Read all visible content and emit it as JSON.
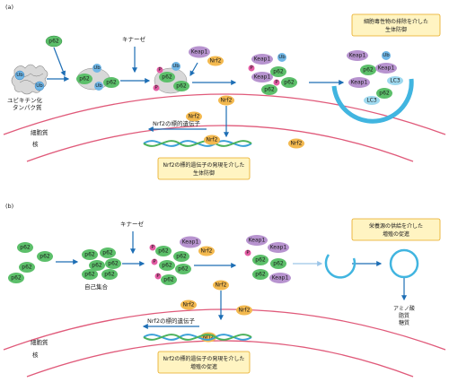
{
  "panel_a": {
    "label": "(a)",
    "p62": "p62",
    "ub": "Ub",
    "keap1": "Keap1",
    "nrf2": "Nrf2",
    "p": "P",
    "lc3": "LC3",
    "kinase": "キナーゼ",
    "ubiquitinated_protein_line1": "ユビキチン化",
    "ubiquitinated_protein_line2": "タンパク質",
    "cytoplasm": "細胞質",
    "nucleus": "核",
    "target_gene": "Nrf2の標的遺伝子",
    "box_defense_line1": "Nrf2の標的遺伝子の発現を介した",
    "box_defense_line2": "生体防御",
    "box_autophagy_line1": "細胞毒性物の排除を介した",
    "box_autophagy_line2": "生体防御"
  },
  "panel_b": {
    "label": "(b)",
    "p62": "p62",
    "keap1": "Keap1",
    "nrf2": "Nrf2",
    "p": "P",
    "kinase": "キナーゼ",
    "self_assembly": "自己集合",
    "cytoplasm": "細胞質",
    "nucleus": "核",
    "target_gene": "Nrf2の標的遺伝子",
    "box_growth_line1": "Nrf2の標的遺伝子の発現を介した",
    "box_growth_line2": "増殖の促進",
    "box_nutrient_line1": "栄養源の供給を介した",
    "box_nutrient_line2": "増殖の促進",
    "nutrients_line1": "アミノ酸",
    "nutrients_line2": "脂質",
    "nutrients_line3": "糖質"
  },
  "colors": {
    "p62": "#5cbf6a",
    "ub": "#6fb6e6",
    "keap1": "#b793cf",
    "nrf2": "#f3b94f",
    "phospho": "#e35ba3",
    "arrow": "#1d6eb5",
    "membrane": "#e05a7a",
    "box_fill": "#fff4c2",
    "box_stroke": "#e7a91f",
    "autophagosome": "#41b5e0",
    "dna_a": "#3aa0d8",
    "dna_b": "#4bb15a"
  },
  "icons": [
    "arrow",
    "dna-helix",
    "autophagosome",
    "isolation-membrane",
    "ubiquitinated-protein-aggregate"
  ]
}
